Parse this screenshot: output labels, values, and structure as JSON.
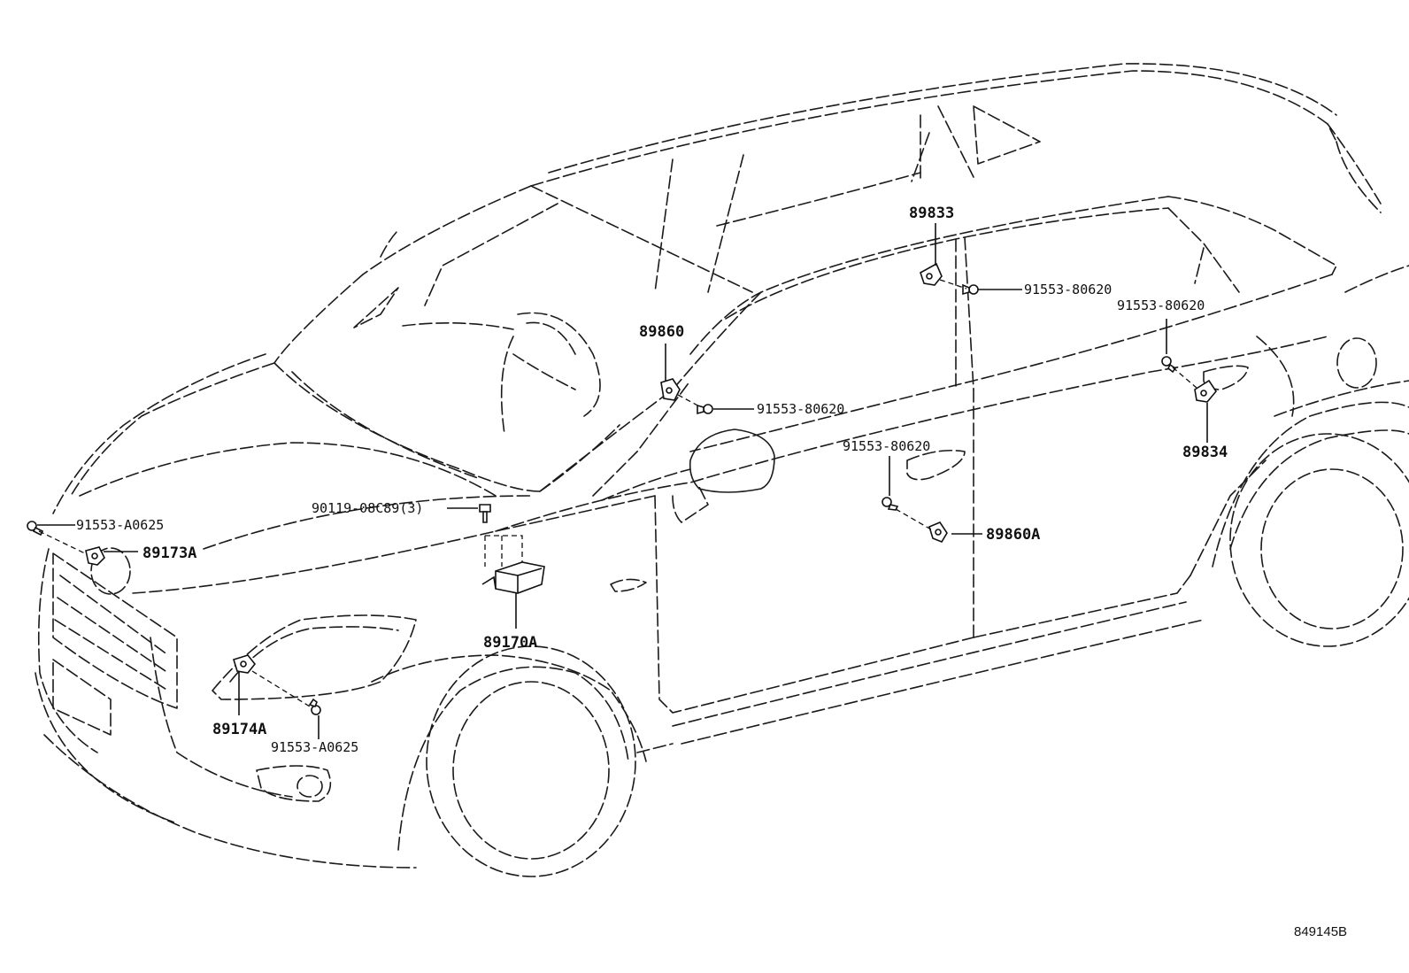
{
  "diagram": {
    "drawing_code": "849145B",
    "callouts": {
      "p89833": "89833",
      "p89860": "89860",
      "p89834": "89834",
      "p89860A": "89860A",
      "p89173A": "89173A",
      "p89170A": "89170A",
      "p89174A": "89174A",
      "b91553_80620_a": "91553-80620",
      "b91553_80620_b": "91553-80620",
      "b91553_80620_c": "91553-80620",
      "b91553_80620_d": "91553-80620",
      "b91553_A0625_a": "91553-A0625",
      "b91553_A0625_b": "91553-A0625",
      "b90119_08C89": "90119-08C89(3)"
    }
  }
}
